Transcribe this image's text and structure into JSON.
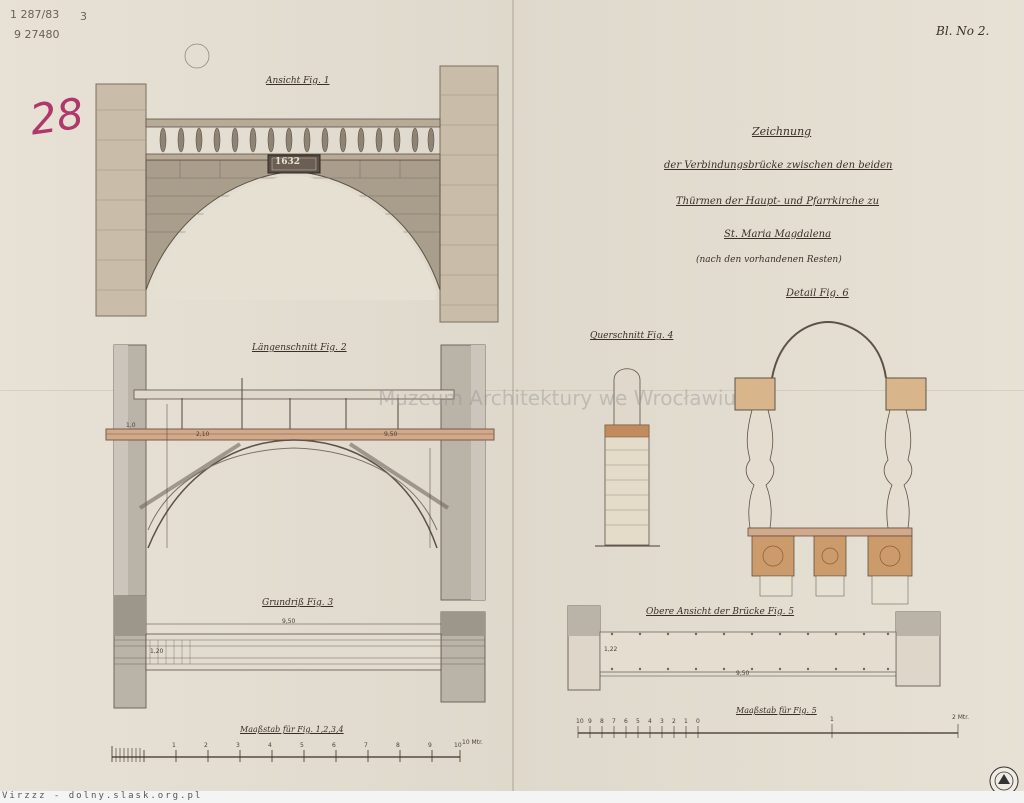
{
  "pencil_notes": {
    "top_left_1": "1 287/83",
    "top_left_2": "9 27480",
    "top_left_3": "3",
    "big_number": "28"
  },
  "sheet_number": "Bl. No 2.",
  "figures": {
    "fig1_title": "Ansicht Fig. 1",
    "fig2_title": "Längenschnitt Fig. 2",
    "fig3_title": "Grundriß Fig. 3",
    "fig4_title": "Querschnitt Fig. 4",
    "fig5_title": "Obere Ansicht der Brücke Fig. 5",
    "detail_title": "Detail Fig. 6",
    "date_plate": "1632"
  },
  "title_block": {
    "line1": "Zeichnung",
    "line2": "der Verbindungsbrücke zwischen den beiden",
    "line3": "Thürmen der Haupt- und Pfarrkirche zu",
    "line4": "St. Maria Magdalena",
    "line5": "(nach den vorhandenen Resten)"
  },
  "scales": {
    "left_title": "Maaßstab für Fig. 1,2,3,4",
    "right_title": "Maaßstab für Fig. 5",
    "left_ticks": [
      "1",
      "2",
      "3",
      "4",
      "5",
      "6",
      "7",
      "8",
      "9",
      "10"
    ],
    "left_end": "10 Mtr.",
    "right_ticks": [
      "10",
      "9",
      "8",
      "7",
      "6",
      "5",
      "4",
      "3",
      "2",
      "1",
      "0",
      "1"
    ],
    "right_end": "2 Mtr."
  },
  "dimensions": {
    "d_950_a": "9,50",
    "d_950_b": "9,50",
    "d_950_c": "9,50",
    "d_120": "1,20",
    "d_210": "2,10",
    "d_1": "1,0",
    "d_122": "1,22"
  },
  "watermark": "Muzeum Architektury we Wrocławiu",
  "footer": "Virzzz - dolny.slask.org.pl"
}
